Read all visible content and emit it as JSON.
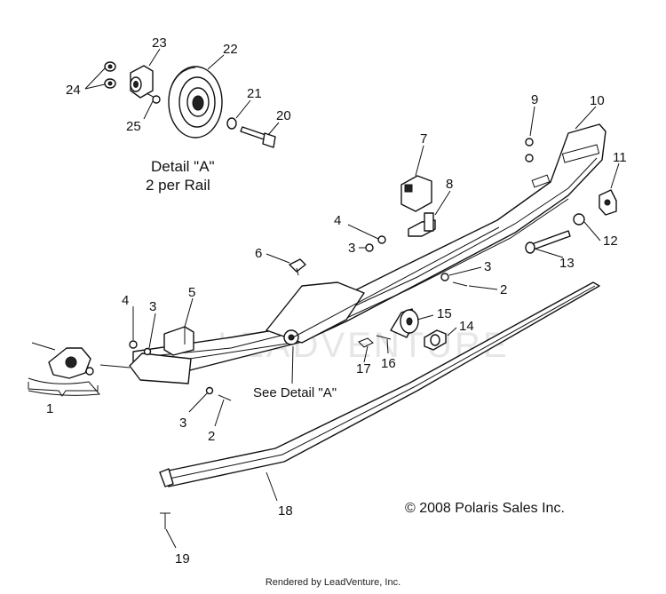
{
  "callouts": [
    "1",
    "2",
    "3",
    "4",
    "5",
    "6",
    "7",
    "8",
    "9",
    "10",
    "11",
    "12",
    "13",
    "14",
    "15",
    "16",
    "17",
    "18",
    "19",
    "20",
    "21",
    "22",
    "23",
    "24",
    "25"
  ],
  "detail_title": "Detail \"A\"",
  "detail_subtitle": "2 per Rail",
  "see_detail": "See Detail \"A\"",
  "copyright": "© 2008 Polaris Sales Inc.",
  "watermark": "LEADVENTURE",
  "footer": "Rendered by LeadVenture, Inc."
}
